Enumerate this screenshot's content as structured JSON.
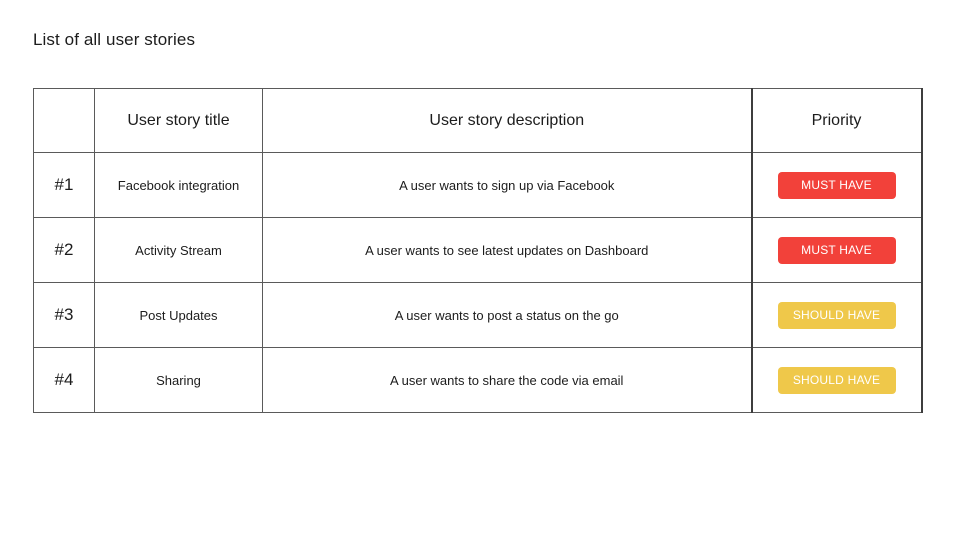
{
  "page": {
    "title": "List of all user stories"
  },
  "table": {
    "headers": [
      "",
      "User story title",
      "User story description",
      "Priority"
    ],
    "rows": [
      {
        "id": "#1",
        "title": "Facebook integration",
        "description": "A user wants to sign up via Facebook",
        "priority": "MUST HAVE",
        "priority_color": "#F2413A"
      },
      {
        "id": "#2",
        "title": "Activity Stream",
        "description": "A user wants to see latest updates on Dashboard",
        "priority": "MUST HAVE",
        "priority_color": "#F2413A"
      },
      {
        "id": "#3",
        "title": "Post Updates",
        "description": "A user wants to post a status on the go",
        "priority": "SHOULD HAVE",
        "priority_color": "#EFC84A"
      },
      {
        "id": "#4",
        "title": "Sharing",
        "description": "A user wants to share the code via email",
        "priority": "SHOULD HAVE",
        "priority_color": "#EFC84A"
      }
    ]
  }
}
